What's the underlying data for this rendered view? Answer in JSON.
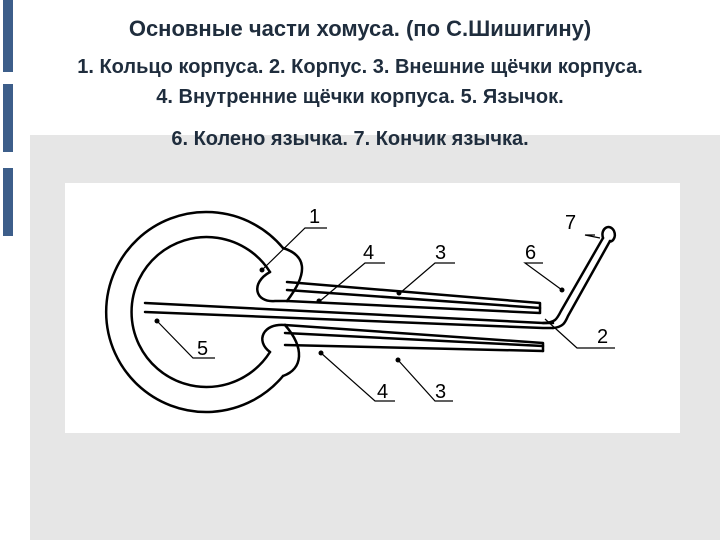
{
  "title": "Основные части хомуса. (по С.Шишигину)",
  "legend_lines": [
    "1. Кольцо корпуса. 2. Корпус. 3. Внешние щёчки корпуса.",
    "4. Внутренние щёчки корпуса. 5. Язычок.",
    "6. Колено язычка. 7. Кончик язычка."
  ],
  "figure_labels": {
    "l1": "1",
    "l2": "2",
    "l3_top": "3",
    "l3_bottom": "3",
    "l4_top": "4",
    "l4_bottom": "4",
    "l5": "5",
    "l6": "6",
    "l7": "7"
  },
  "colors": {
    "accent": "#3d5e8a",
    "text": "#1f2d3d",
    "slide_background": "#e6e6e6"
  }
}
